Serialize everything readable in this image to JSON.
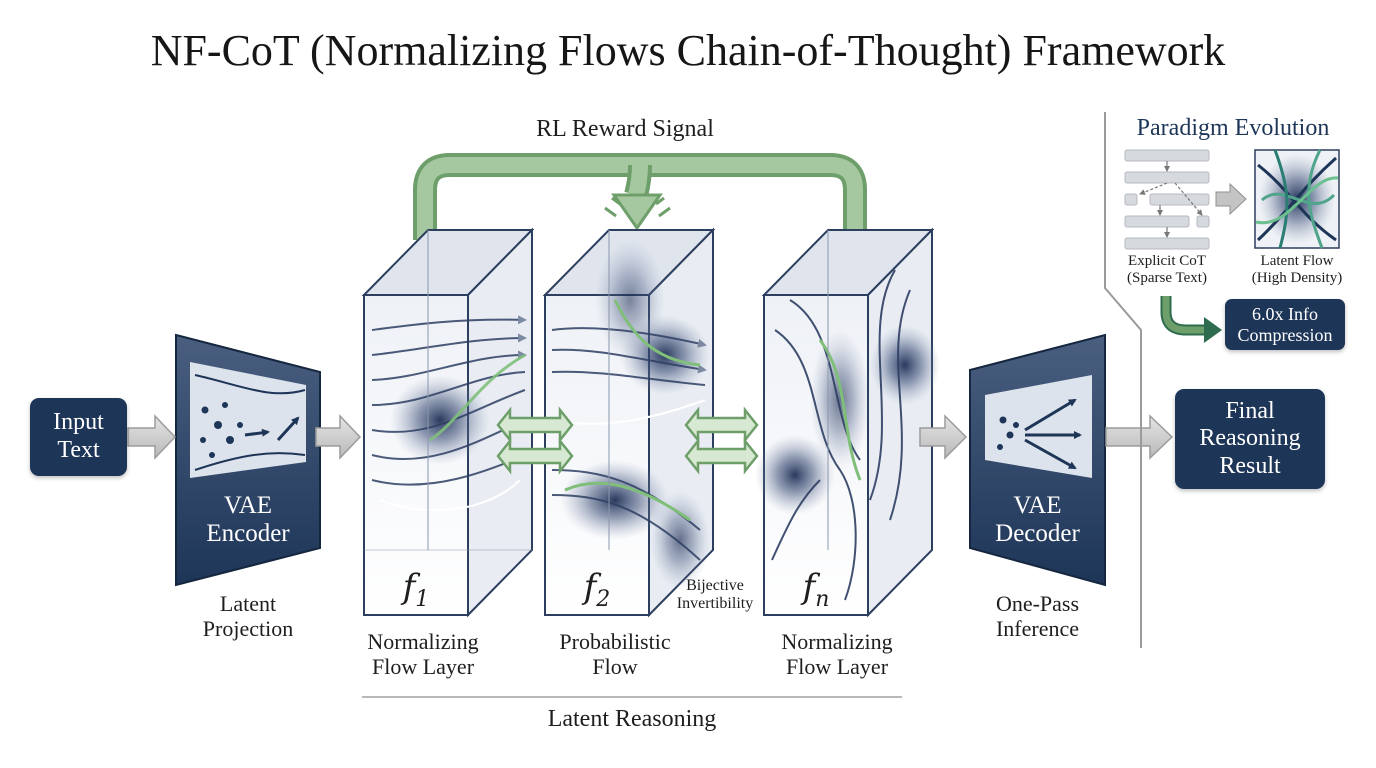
{
  "title": "NF-CoT (Normalizing Flows Chain-of-Thought) Framework",
  "input_box": {
    "line1": "Input",
    "line2": "Text"
  },
  "encoder": {
    "line1": "VAE",
    "line2": "Encoder",
    "caption1": "Latent",
    "caption2": "Projection"
  },
  "flow_layers": [
    {
      "symbol": "f",
      "subscript": "1",
      "caption1": "Normalizing",
      "caption2": "Flow Layer"
    },
    {
      "symbol": "f",
      "subscript": "2",
      "caption1": "Probabilistic",
      "caption2": "Flow"
    },
    {
      "symbol": "f",
      "subscript": "n",
      "caption1": "Normalizing",
      "caption2": "Flow Layer"
    }
  ],
  "bijective": {
    "line1": "Bijective",
    "line2": "Invertibility"
  },
  "rl_signal": "RL Reward Signal",
  "latent_reasoning": "Latent Reasoning",
  "decoder": {
    "line1": "VAE",
    "line2": "Decoder",
    "caption1": "One-Pass",
    "caption2": "Inference"
  },
  "result_box": {
    "line1": "Final",
    "line2": "Reasoning",
    "line3": "Result"
  },
  "paradigm": {
    "title": "Paradigm Evolution",
    "explicit_line1": "Explicit CoT",
    "explicit_line2": "(Sparse Text)",
    "latent_line1": "Latent Flow",
    "latent_line2": "(High Density)",
    "compression_line1": "6.0x Info",
    "compression_line2": "Compression"
  },
  "colors": {
    "navy": "#1d3557",
    "green": "#6e9f6b",
    "green_light": "#a6c8a0",
    "arrow_gray": "#c8c8c8"
  }
}
